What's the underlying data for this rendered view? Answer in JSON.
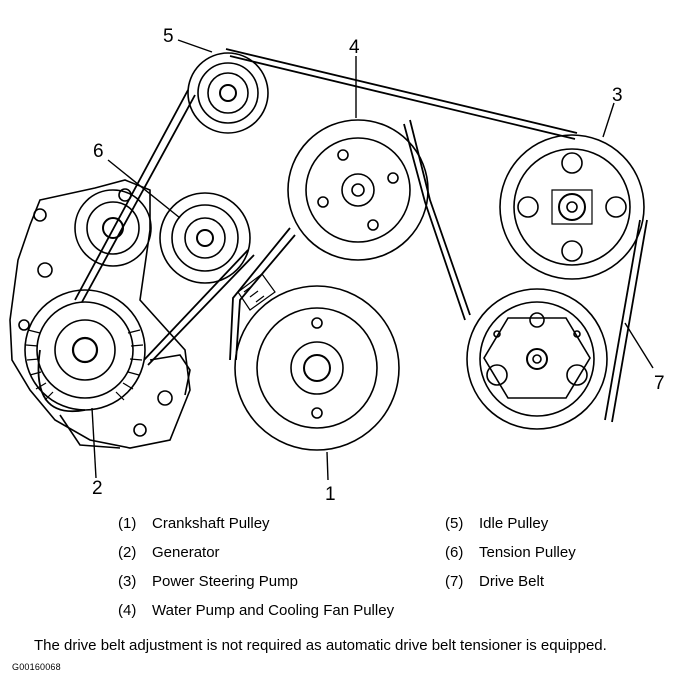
{
  "callouts": {
    "c1": "1",
    "c2": "2",
    "c3": "3",
    "c4": "4",
    "c5": "5",
    "c6": "6",
    "c7": "7"
  },
  "legend": {
    "left": [
      {
        "num": "(1)",
        "label": "Crankshaft Pulley"
      },
      {
        "num": "(2)",
        "label": "Generator"
      },
      {
        "num": "(3)",
        "label": "Power Steering Pump"
      },
      {
        "num": "(4)",
        "label": "Water Pump and Cooling Fan Pulley"
      }
    ],
    "right": [
      {
        "num": "(5)",
        "label": "Idle Pulley"
      },
      {
        "num": "(6)",
        "label": "Tension Pulley"
      },
      {
        "num": "(7)",
        "label": "Drive Belt"
      }
    ]
  },
  "note": "The drive belt adjustment is not required as automatic drive belt tensioner is equipped.",
  "figure_id": "G00160068"
}
